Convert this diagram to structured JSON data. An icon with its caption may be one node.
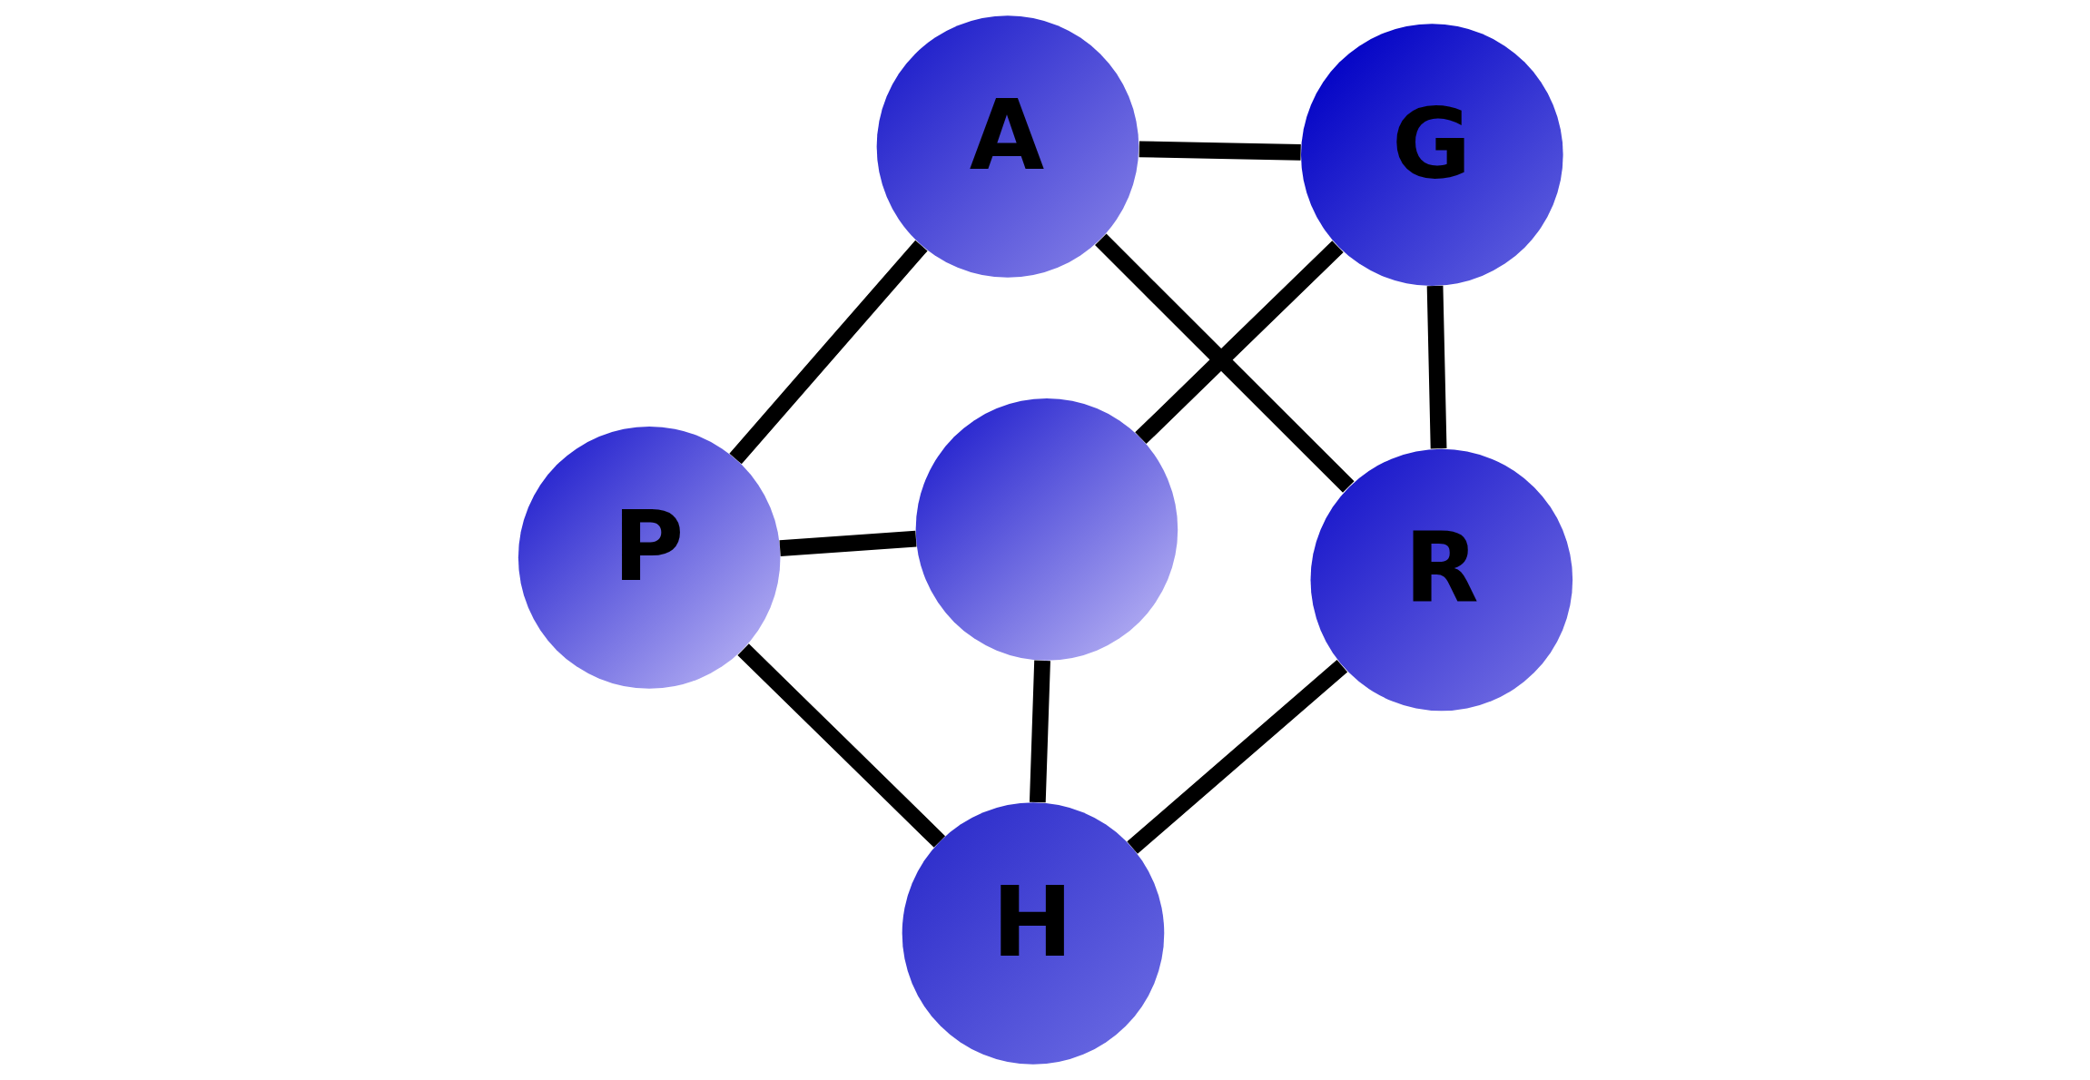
{
  "diagram": {
    "nodes": [
      {
        "text": [
          "P"
        ]
      },
      {
        "text": [
          "R"
        ]
      },
      {
        "text": [
          "H"
        ]
      },
      {
        "text": [
          "A"
        ]
      },
      {
        "text": [
          "G"
        ]
      },
      {
        "text": [],
        "shape": "circle"
      }
    ],
    "edges": [
      {
        "from": 4,
        "to": 1,
        "arrow": "none"
      },
      {
        "from": 1,
        "to": 3,
        "arrow": "none"
      },
      {
        "from": 1,
        "to": 2,
        "arrow": "none"
      },
      {
        "from": 4,
        "to": 3,
        "arrow": "none"
      },
      {
        "from": 4,
        "to": 5,
        "arrow": "none"
      },
      {
        "from": 3,
        "to": 0,
        "arrow": "none"
      },
      {
        "from": 0,
        "to": 2,
        "arrow": "none"
      },
      {
        "from": 0,
        "to": 5,
        "arrow": "none"
      },
      {
        "from": 2,
        "to": 5,
        "arrow": "none"
      }
    ]
  }
}
